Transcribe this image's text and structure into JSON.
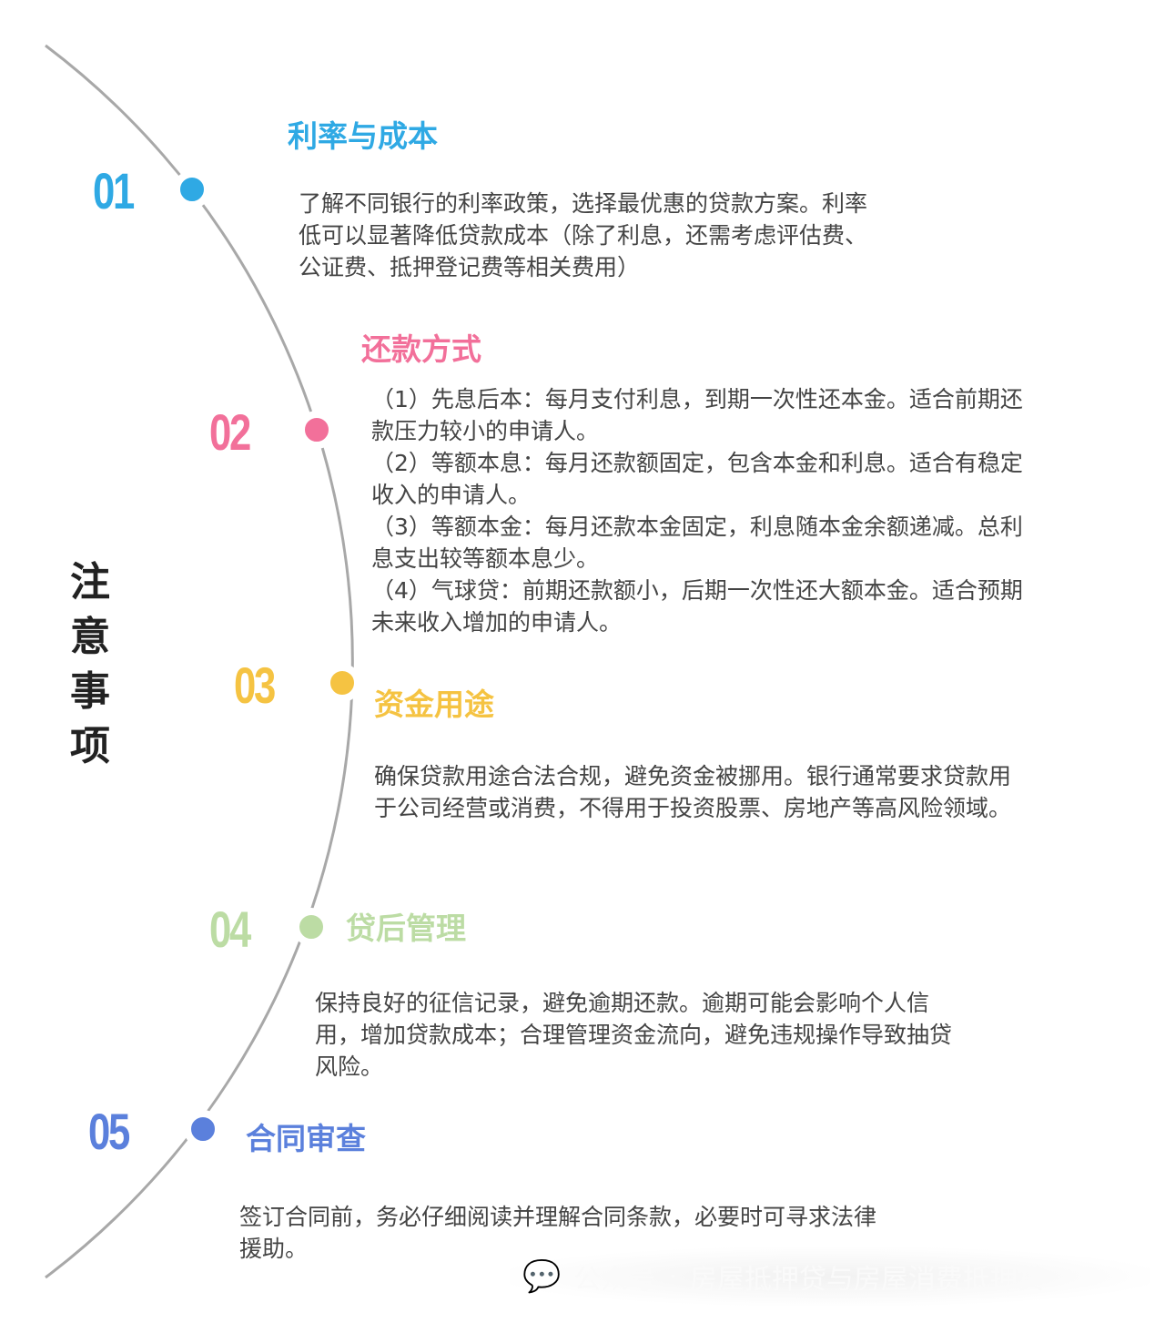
{
  "side_title": [
    "注",
    "意",
    "事",
    "项"
  ],
  "colors": {
    "arc": "#a8a8a8",
    "s1": "#2fa9e4",
    "s2": "#f2709a",
    "s3": "#f5c342",
    "s4": "#bcdca4",
    "s5": "#5b80dc"
  },
  "sections": [
    {
      "num": "01",
      "title": "利率与成本",
      "lines": [
        "了解不同银行的利率政策，选择最优惠的贷款方案。利率",
        "低可以显著降低贷款成本（除了利息，还需考虑评估费、",
        "公证费、抵押登记费等相关费用）"
      ]
    },
    {
      "num": "02",
      "title": "还款方式",
      "lines": [
        "（1）先息后本：每月支付利息，到期一次性还本金。适合前期还",
        "款压力较小的申请人。",
        "（2）等额本息：每月还款额固定，包含本金和利息。适合有稳定",
        "收入的申请人。",
        "（3）等额本金：每月还款本金固定，利息随本金余额递减。总利",
        "息支出较等额本息少。",
        "（4）气球贷：前期还款额小，后期一次性还大额本金。适合预期",
        "未来收入增加的申请人。"
      ]
    },
    {
      "num": "03",
      "title": "资金用途",
      "lines": [
        "确保贷款用途合法合规，避免资金被挪用。银行通常要求贷款用",
        "于公司经营或消费，不得用于投资股票、房地产等高风险领域。"
      ]
    },
    {
      "num": "04",
      "title": "贷后管理",
      "lines": [
        "保持良好的征信记录，避免逾期还款。逾期可能会影响个人信",
        "用，增加贷款成本；合理管理资金流向，避免违规操作导致抽贷",
        "风险。"
      ]
    },
    {
      "num": "05",
      "title": "合同审查",
      "lines": [
        "签订合同前，务必仔细阅读并理解合同条款，必要时可寻求法律",
        "援助。"
      ]
    }
  ],
  "watermark": {
    "prefix": "公众号",
    "separator": "·",
    "name": "房屋抵押贷与房屋消费抵押贷"
  }
}
